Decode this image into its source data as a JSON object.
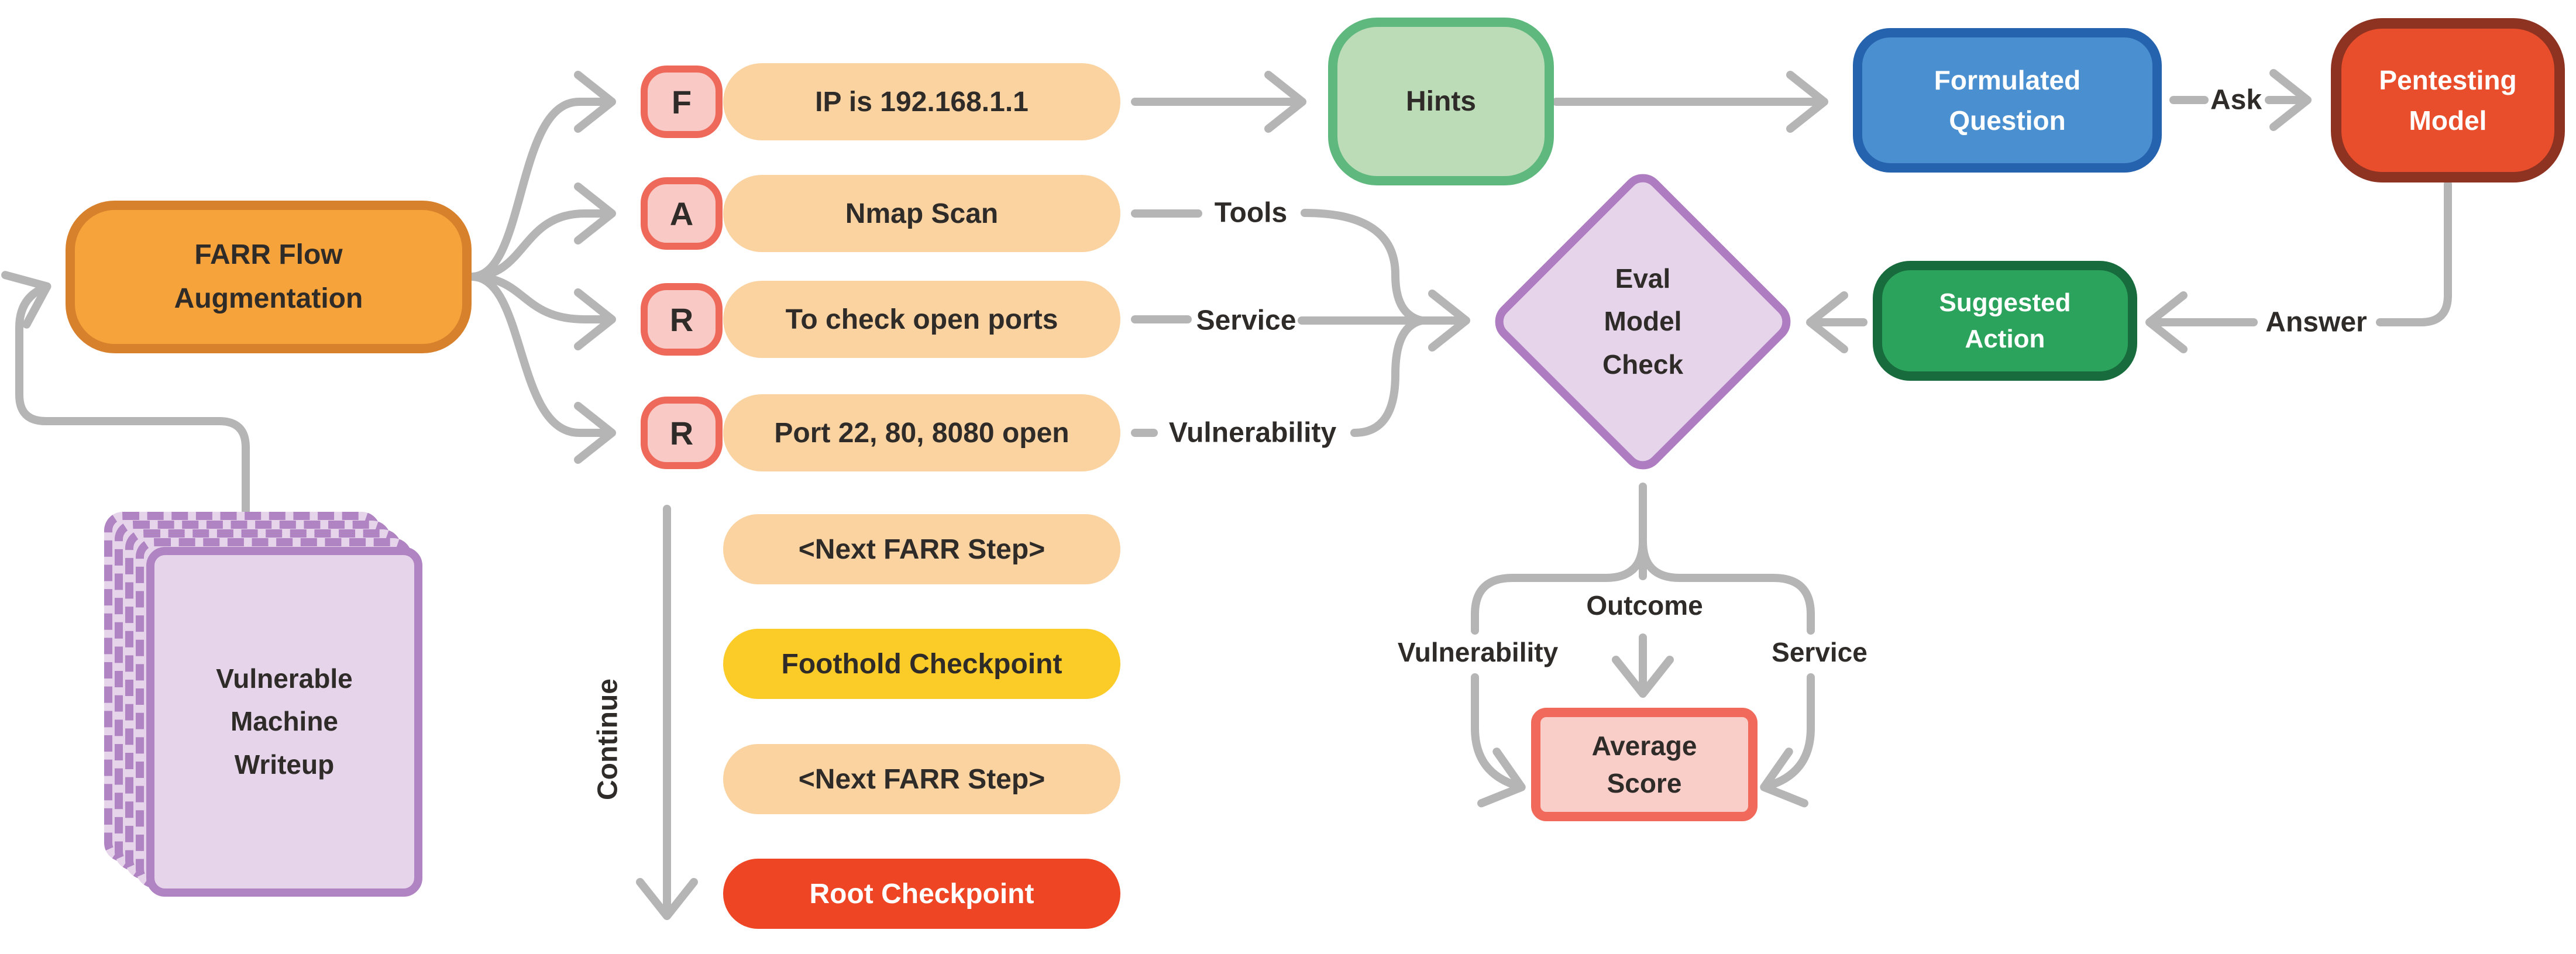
{
  "diagram": {
    "farr_box": {
      "label": "FARR Flow\nAugmentation"
    },
    "writeup_stack": {
      "label": "Vulnerable\nMachine\nWriteup"
    },
    "farr_rows": [
      {
        "badge": "F",
        "text": "IP is 192.168.1.1",
        "tag": ""
      },
      {
        "badge": "A",
        "text": "Nmap Scan",
        "tag": "Tools"
      },
      {
        "badge": "R",
        "text": "To check open ports",
        "tag": "Service"
      },
      {
        "badge": "R",
        "text": "Port 22, 80, 8080 open",
        "tag": "Vulnerability"
      }
    ],
    "sequence": [
      {
        "text": "<Next FARR Step>"
      },
      {
        "text": "Foothold Checkpoint"
      },
      {
        "text": "<Next FARR Step>"
      },
      {
        "text": "Root Checkpoint"
      }
    ],
    "continue_label": "Continue",
    "hints": {
      "label": "Hints"
    },
    "formulated_question": {
      "label": "Formulated\nQuestion"
    },
    "ask_label": "Ask",
    "pentesting_model": {
      "label": "Pentesting\nModel"
    },
    "answer_label": "Answer",
    "suggested_action": {
      "label": "Suggested\nAction"
    },
    "eval_check": {
      "label": "Eval\nModel\nCheck"
    },
    "score_branches": {
      "left": "Vulnerability",
      "center": "Outcome",
      "right": "Service"
    },
    "average_score": {
      "label": "Average\nScore"
    }
  },
  "colors": {
    "connector_gray": "#B5B5B5",
    "text_dark": "#2E2B28",
    "farr_box_fill": "#F6A33B",
    "farr_box_border": "#D8812D",
    "pill_peach": "#FAD3A1",
    "badge_fill": "#F9C9C5",
    "badge_border": "#EF695A",
    "hints_fill": "#BCDCB8",
    "hints_border": "#5FB97E",
    "question_fill": "#4A90D0",
    "question_border": "#2563AE",
    "pentest_fill": "#E84D2C",
    "pentest_border": "#8E3322",
    "action_fill": "#2CA35C",
    "action_border": "#176B3C",
    "diamond_fill": "#E6D4EA",
    "diamond_border": "#AE7CC1",
    "stack_fill": "#E6D4EB",
    "stack_border": "#B083C3",
    "score_fill": "#F9CEC9",
    "score_border": "#F0695B",
    "foothold_yellow": "#FBCB27",
    "root_red": "#EE4524"
  }
}
